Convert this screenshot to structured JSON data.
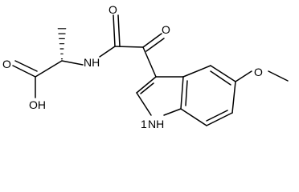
{
  "molecule": {
    "atom_labels": {
      "carbonyl_oxygen_acid": "O",
      "hydroxyl": "OH",
      "amide_nh": "NH",
      "amide_oxygen": "O",
      "keto_oxygen": "O",
      "indole_nh": "NH",
      "indole_n_prefix": "1",
      "methoxy_oxygen": "O"
    }
  }
}
